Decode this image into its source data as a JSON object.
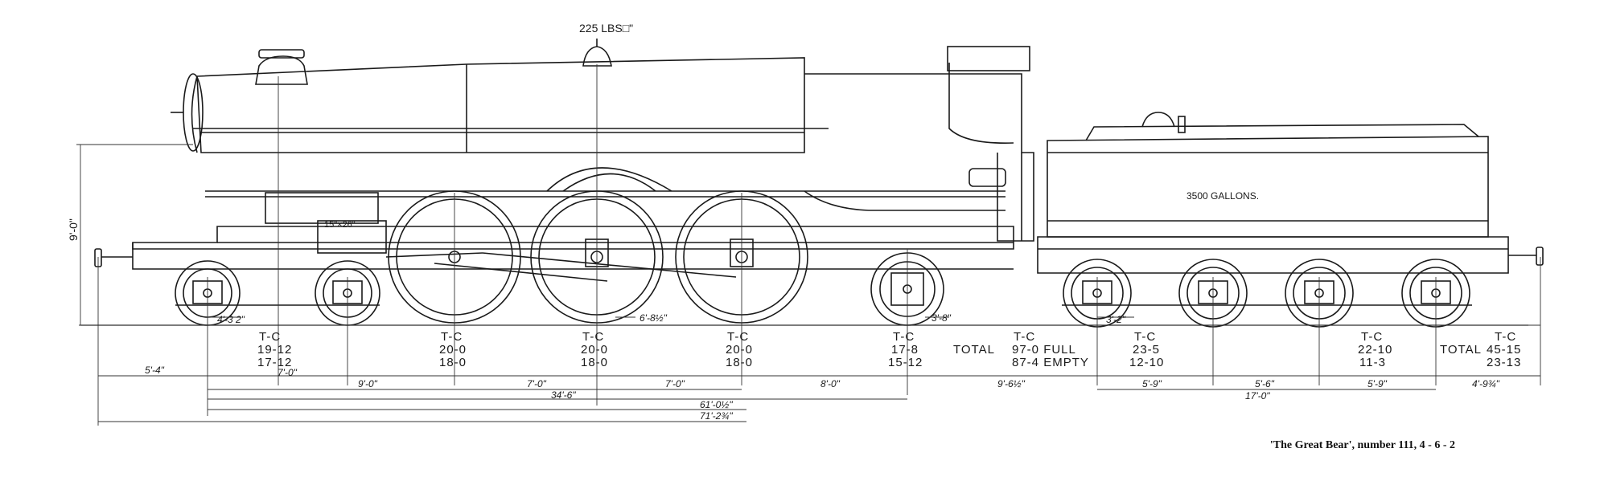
{
  "pressure_label": "225 LBS□\"",
  "tank_label": "3500 GALLONS.",
  "cylinder_label": "15\"×26\"",
  "height_label": "9'-0\"",
  "axle_weights": [
    {
      "head": "T-C",
      "l1": "19-12",
      "l2": "17-12"
    },
    {
      "head": "T-C",
      "l1": "20-0",
      "l2": "18-0"
    },
    {
      "head": "T-C",
      "l1": "20-0",
      "l2": "18-0"
    },
    {
      "head": "T-C",
      "l1": "20-0",
      "l2": "18-0"
    },
    {
      "head": "T-C",
      "l1": "17-8",
      "l2": "15-12"
    },
    {
      "head": "T-C",
      "l1": "23-5",
      "l2": "12-10"
    },
    {
      "head": "T-C",
      "l1": "22-10",
      "l2": "11-3"
    }
  ],
  "engine_total": {
    "prefix": "TOTAL",
    "head": "T-C",
    "l1": "97-0 FULL",
    "l2": "87-4 EMPTY"
  },
  "tender_total": {
    "prefix": "TOTAL",
    "head": "T-C",
    "l1": "45-15",
    "l2": "23-13"
  },
  "dimensions": {
    "d_4_2_a": "4'-3 2\"",
    "d_6_8": "6'-8½\"",
    "d_3_8": "3'-8\"",
    "d_3_2_b": "3'-2\"",
    "d_5_4": "5'-4\"",
    "d_7_0_a": "7'-0\"",
    "d_9_0": "9'-0\"",
    "d_7_0_b": "7'-0\"",
    "d_7_0_c": "7'-0\"",
    "d_8_0": "8'-0\"",
    "d_9_6": "9'-6½\"",
    "d_5_9_a": "5'-9\"",
    "d_5_6": "5'-6\"",
    "d_5_9_b": "5'-9\"",
    "d_4_9": "4'-9¾\"",
    "d_34_6": "34'-6\"",
    "d_17_0": "17'-0\"",
    "d_61_0": "61'-0½\"",
    "d_71_2": "71'-2¾\""
  },
  "caption": "'The Great Bear', number 111, 4 - 6 - 2"
}
